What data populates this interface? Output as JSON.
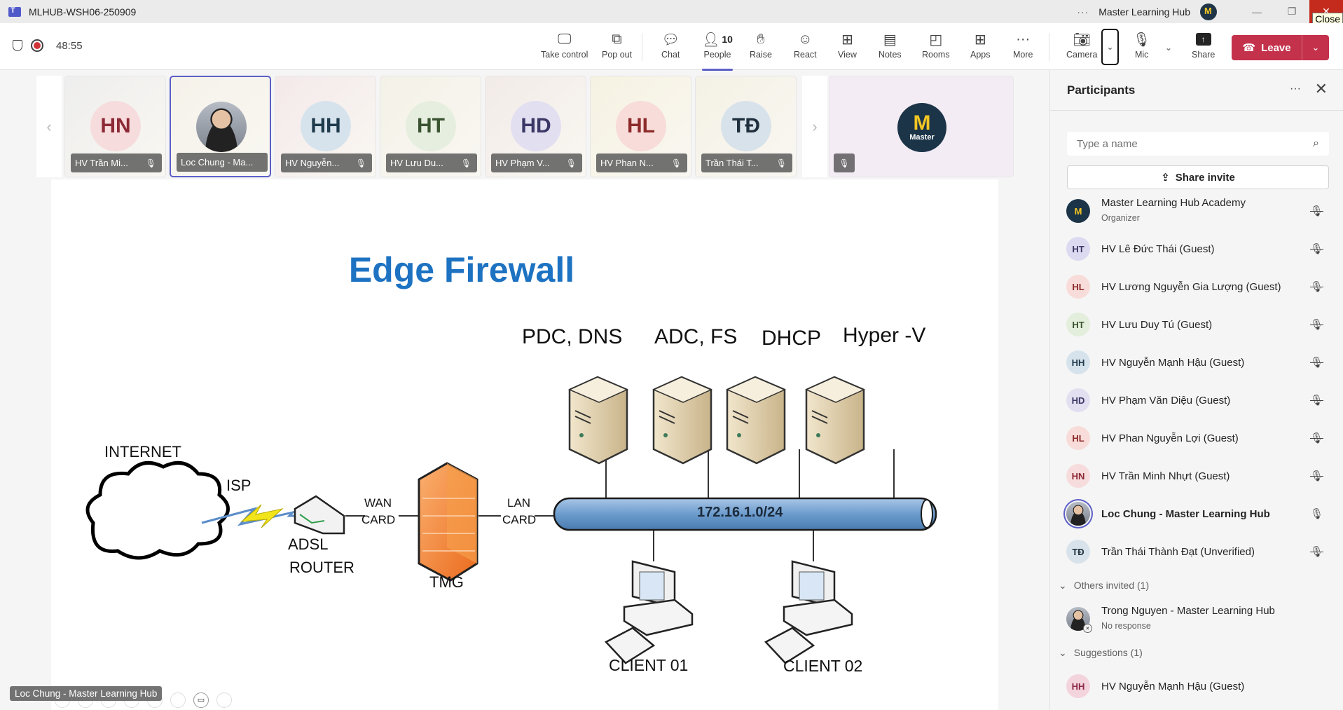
{
  "window": {
    "title": "MLHUB-WSH06-250909",
    "org_name": "Master Learning Hub",
    "more_label": "···",
    "minimize": "—",
    "maximize": "❐",
    "close": "✕",
    "close_tooltip": "Close"
  },
  "meeting": {
    "timer": "48:55"
  },
  "toolbar": {
    "take_control": "Take control",
    "pop_out": "Pop out",
    "chat": "Chat",
    "people": "People",
    "people_count": "10",
    "raise": "Raise",
    "react": "React",
    "view": "View",
    "notes": "Notes",
    "rooms": "Rooms",
    "apps": "Apps",
    "more": "More",
    "camera": "Camera",
    "mic": "Mic",
    "share": "Share",
    "leave": "Leave"
  },
  "tiles": [
    {
      "initials": "HN",
      "name": "HV Trần Mi...",
      "bg": "#f7dcdd",
      "fg": "#8c2a36",
      "tile_bg": "#eeeeee",
      "muted": true
    },
    {
      "initials": "",
      "name": "Loc Chung - Ma...",
      "photo": true,
      "tile_bg": "#f5f2ea",
      "muted": false,
      "selected": true
    },
    {
      "initials": "HH",
      "name": "HV Nguyễn...",
      "bg": "#d6e3ec",
      "fg": "#1f3b4d",
      "tile_bg": "#f4e9ea",
      "muted": true
    },
    {
      "initials": "HT",
      "name": "HV Lưu Du...",
      "bg": "#e6efdf",
      "fg": "#3a5330",
      "tile_bg": "#f4f1e8",
      "muted": true
    },
    {
      "initials": "HD",
      "name": "HV Phạm V...",
      "bg": "#e2dff1",
      "fg": "#3b3866",
      "tile_bg": "#f2ebe8",
      "muted": true
    },
    {
      "initials": "HL",
      "name": "HV Phan N...",
      "bg": "#f8dcd9",
      "fg": "#8c2a2a",
      "tile_bg": "#f6f2e2",
      "muted": true
    },
    {
      "initials": "TĐ",
      "name": "Trần Thái T...",
      "bg": "#d8e2ea",
      "fg": "#1f2f3d",
      "tile_bg": "#f4f1e6",
      "muted": true
    }
  ],
  "tile_nav": {
    "prev": "‹",
    "next": "›"
  },
  "master_tile": {
    "logo_letter": "M",
    "logo_text": "Master"
  },
  "slide": {
    "title": "Edge Firewall",
    "labels": {
      "internet": "INTERNET",
      "isp": "ISP",
      "adsl": "ADSL",
      "router": "ROUTER",
      "wan1": "WAN",
      "wan2": "CARD",
      "tmg": "TMG",
      "lan1": "LAN",
      "lan2": "CARD",
      "network": "172.16.1.0/24",
      "srv1": "PDC, DNS",
      "srv2": "ADC, FS",
      "srv3": "DHCP",
      "srv4": "Hyper -V",
      "client1": "CLIENT 01",
      "client2": "CLIENT 02"
    }
  },
  "hover_name": "Loc Chung - Master Learning Hub",
  "panel": {
    "title": "Participants",
    "more": "···",
    "close": "✕",
    "search_placeholder": "Type a name",
    "share_invite": "Share invite",
    "participants": [
      {
        "initials": "M",
        "name": "Master Learning Hub Academy",
        "sub": "Organizer",
        "logo": true,
        "muted": true
      },
      {
        "initials": "HT",
        "name": "HV Lê Đức Thái (Guest)",
        "bg": "#dcdaf0",
        "fg": "#3b3866",
        "muted": true
      },
      {
        "initials": "HL",
        "name": "HV Lương Nguyễn Gia Lượng (Guest)",
        "bg": "#f8dcd9",
        "fg": "#8c2a2a",
        "muted": true
      },
      {
        "initials": "HT",
        "name": "HV Lưu Duy Tú (Guest)",
        "bg": "#e3eedd",
        "fg": "#3a5330",
        "muted": true
      },
      {
        "initials": "HH",
        "name": "HV Nguyễn Mạnh Hậu (Guest)",
        "bg": "#d6e3ec",
        "fg": "#1f3b4d",
        "muted": true
      },
      {
        "initials": "HD",
        "name": "HV Phạm Văn Diệu (Guest)",
        "bg": "#e2dff1",
        "fg": "#3b3866",
        "muted": true
      },
      {
        "initials": "HL",
        "name": "HV Phan Nguyễn Lợi (Guest)",
        "bg": "#f8dcd9",
        "fg": "#8c2a2a",
        "muted": true
      },
      {
        "initials": "HN",
        "name": "HV Trần Minh Nhựt (Guest)",
        "bg": "#f7dcdd",
        "fg": "#8c2a36",
        "muted": true
      },
      {
        "initials": "",
        "name": "Loc Chung - Master Learning Hub",
        "photo": true,
        "speaker": true,
        "muted": false
      },
      {
        "initials": "TĐ",
        "name": "Trần Thái Thành Đạt (Unverified)",
        "bg": "#d8e2ea",
        "fg": "#1f2f3d",
        "muted": true
      }
    ],
    "others_invited": {
      "label": "Others invited (1)",
      "items": [
        {
          "name": "Trong Nguyen - Master Learning Hub",
          "sub": "No response",
          "photo": true
        }
      ]
    },
    "suggestions": {
      "label": "Suggestions (1)",
      "items": [
        {
          "initials": "HH",
          "name": "HV Nguyễn Mạnh Hậu (Guest)",
          "bg": "#f3d3dc",
          "fg": "#8c2a4a"
        }
      ]
    }
  },
  "colors": {
    "accent": "#5b5fc7",
    "leave": "#c4314b",
    "slide_title": "#1d72c2",
    "record": "#d13438"
  }
}
